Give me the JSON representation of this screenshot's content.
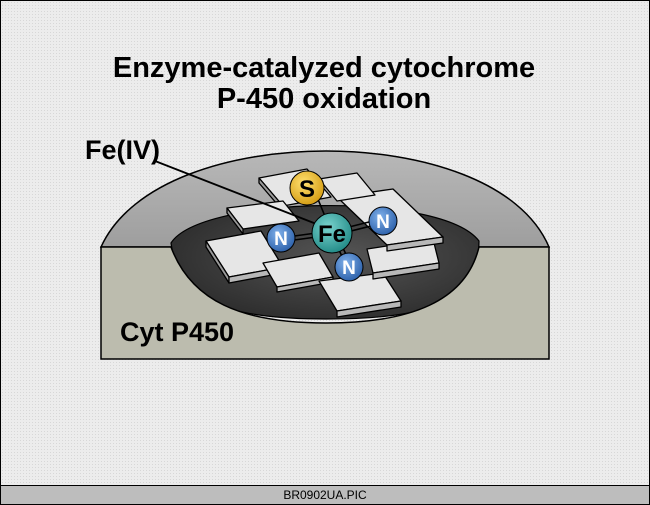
{
  "title": {
    "line1": "Enzyme-catalyzed cytochrome",
    "line2": "P-450 oxidation"
  },
  "labels": {
    "iron_state": "Fe(IV)",
    "protein": "Cyt P450",
    "center_atom": "Fe",
    "axial_ligand": "S",
    "nitrogen": [
      "N",
      "N",
      "N"
    ]
  },
  "footer": {
    "filename": "BR0902UA.PIC"
  },
  "colors": {
    "protein_body": "#bcbcae",
    "pocket": "#3a3a3a",
    "heme_plate": "#e6e6e6",
    "iron_atom": "#39a8a4",
    "sulfur_atom": "#e8b820",
    "nitrogen_atom": "#3a72bc"
  }
}
